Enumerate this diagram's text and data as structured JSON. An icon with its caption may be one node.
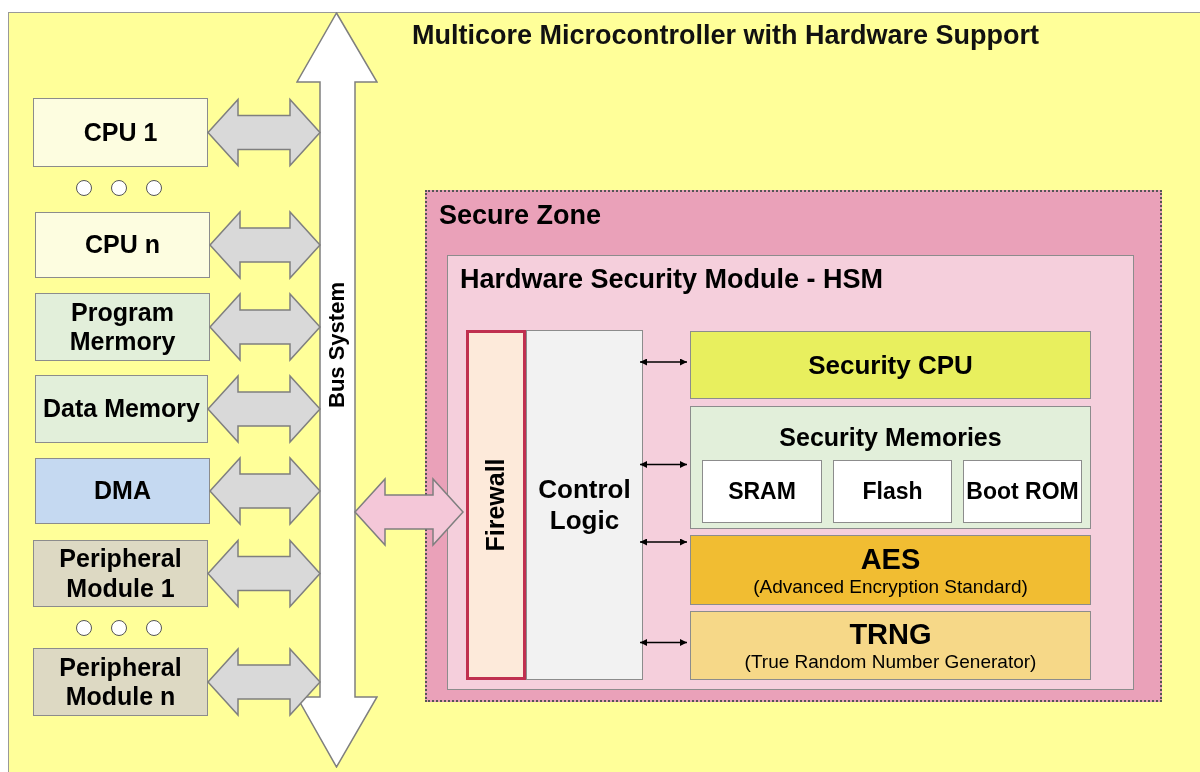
{
  "diagram": {
    "title": "Multicore Microcontroller with Hardware Support",
    "nodes": [
      {
        "text": [
          "CPU 1"
        ]
      },
      {
        "text": [
          "CPU n"
        ]
      },
      {
        "text": [
          "Program Mermory"
        ]
      },
      {
        "text": [
          "Data Memory"
        ]
      },
      {
        "text": [
          "DMA"
        ]
      },
      {
        "text": [
          "Peripheral Module 1"
        ]
      },
      {
        "text": [
          "Peripheral Module n"
        ]
      },
      {
        "text": [
          "Bus System"
        ]
      },
      {
        "text": [
          "Secure Zone"
        ]
      },
      {
        "text": [
          "Hardware Security Module - HSM"
        ],
        "in": 8
      },
      {
        "text": [
          "Firewall"
        ],
        "in": 9
      },
      {
        "text": [
          "Control Logic"
        ],
        "in": 9
      },
      {
        "text": [
          "Security CPU"
        ],
        "in": 9
      },
      {
        "text": [
          "Security Memories"
        ],
        "in": 9
      },
      {
        "text": [
          "SRAM"
        ],
        "in": 13
      },
      {
        "text": [
          "Flash"
        ],
        "in": 13
      },
      {
        "text": [
          "Boot ROM"
        ],
        "in": 13
      },
      {
        "text": [
          "AES",
          "(Advanced Encryption Standard)"
        ],
        "in": 9
      },
      {
        "text": [
          "TRNG",
          "(True Random Number Generator)"
        ],
        "in": 9
      }
    ],
    "edges": [
      {
        "from": 0,
        "to": 7,
        "arrow": "both",
        "style": "thick"
      },
      {
        "from": 1,
        "to": 7,
        "arrow": "both",
        "style": "thick"
      },
      {
        "from": 2,
        "to": 7,
        "arrow": "both",
        "style": "thick"
      },
      {
        "from": 3,
        "to": 7,
        "arrow": "both",
        "style": "thick"
      },
      {
        "from": 4,
        "to": 7,
        "arrow": "both",
        "style": "thick"
      },
      {
        "from": 5,
        "to": 7,
        "arrow": "both",
        "style": "thick"
      },
      {
        "from": 6,
        "to": 7,
        "arrow": "both",
        "style": "thick"
      },
      {
        "from": 7,
        "to": 10,
        "arrow": "both",
        "style": "thick",
        "color": "#f4c7d8"
      },
      {
        "from": 11,
        "to": 12,
        "arrow": "both",
        "color": "#000000"
      },
      {
        "from": 11,
        "to": 13,
        "arrow": "both",
        "color": "#000000"
      },
      {
        "from": 11,
        "to": 17,
        "arrow": "both",
        "color": "#000000"
      },
      {
        "from": 11,
        "to": 18,
        "arrow": "both",
        "color": "#000000"
      }
    ]
  }
}
